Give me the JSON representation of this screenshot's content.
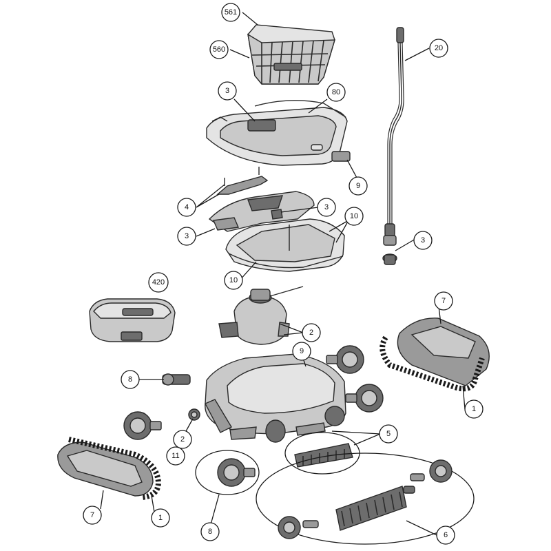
{
  "colors": {
    "line": "#1a1a1a",
    "dark_fill": "#6d6d6d",
    "mid_fill": "#9a9a9a",
    "light_fill": "#c9c9c9",
    "background": "#ffffff"
  },
  "callouts": {
    "c561": "561",
    "c560": "560",
    "c20": "20",
    "c3a": "3",
    "c80": "80",
    "c9a": "9",
    "c4": "4",
    "c3b": "3",
    "c3c": "3",
    "c10a": "10",
    "c3d": "3",
    "c10b": "10",
    "c420": "420",
    "c2a": "2",
    "c7a": "7",
    "c9b": "9",
    "c8a": "8",
    "c1a": "1",
    "c2b": "2",
    "c11": "11",
    "c5": "5",
    "c7b": "7",
    "c1b": "1",
    "c8b": "8",
    "c6": "6"
  },
  "icons": {
    "filter_basket": "basket-icon",
    "power_cable": "cable-icon",
    "top_cover": "cover-icon",
    "motor_unit": "motor-icon",
    "power_supply": "power-supply-icon",
    "chassis": "chassis-icon",
    "track": "track-icon",
    "wheel": "wheel-icon",
    "brush": "brush-icon"
  }
}
